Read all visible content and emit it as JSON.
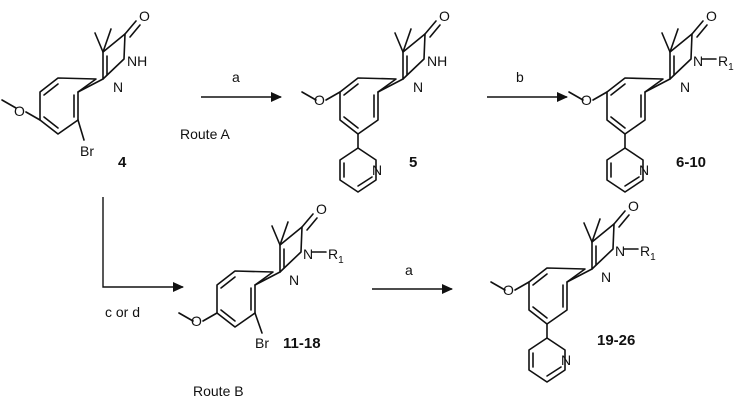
{
  "scheme": {
    "routes": {
      "route_a": "Route A",
      "route_b": "Route B"
    },
    "reagents": {
      "step_a_top": "a",
      "step_b": "b",
      "step_c_or_d": "c or d",
      "step_a_bottom": "a"
    },
    "compounds": {
      "c4": "4",
      "c5": "5",
      "c6_10": "6-10",
      "c11_18": "11-18",
      "c19_26": "19-26"
    },
    "atoms": {
      "oxygen": "O",
      "nh": "NH",
      "n": "N",
      "br": "Br",
      "r1": "R",
      "r1_sub": "1"
    }
  }
}
